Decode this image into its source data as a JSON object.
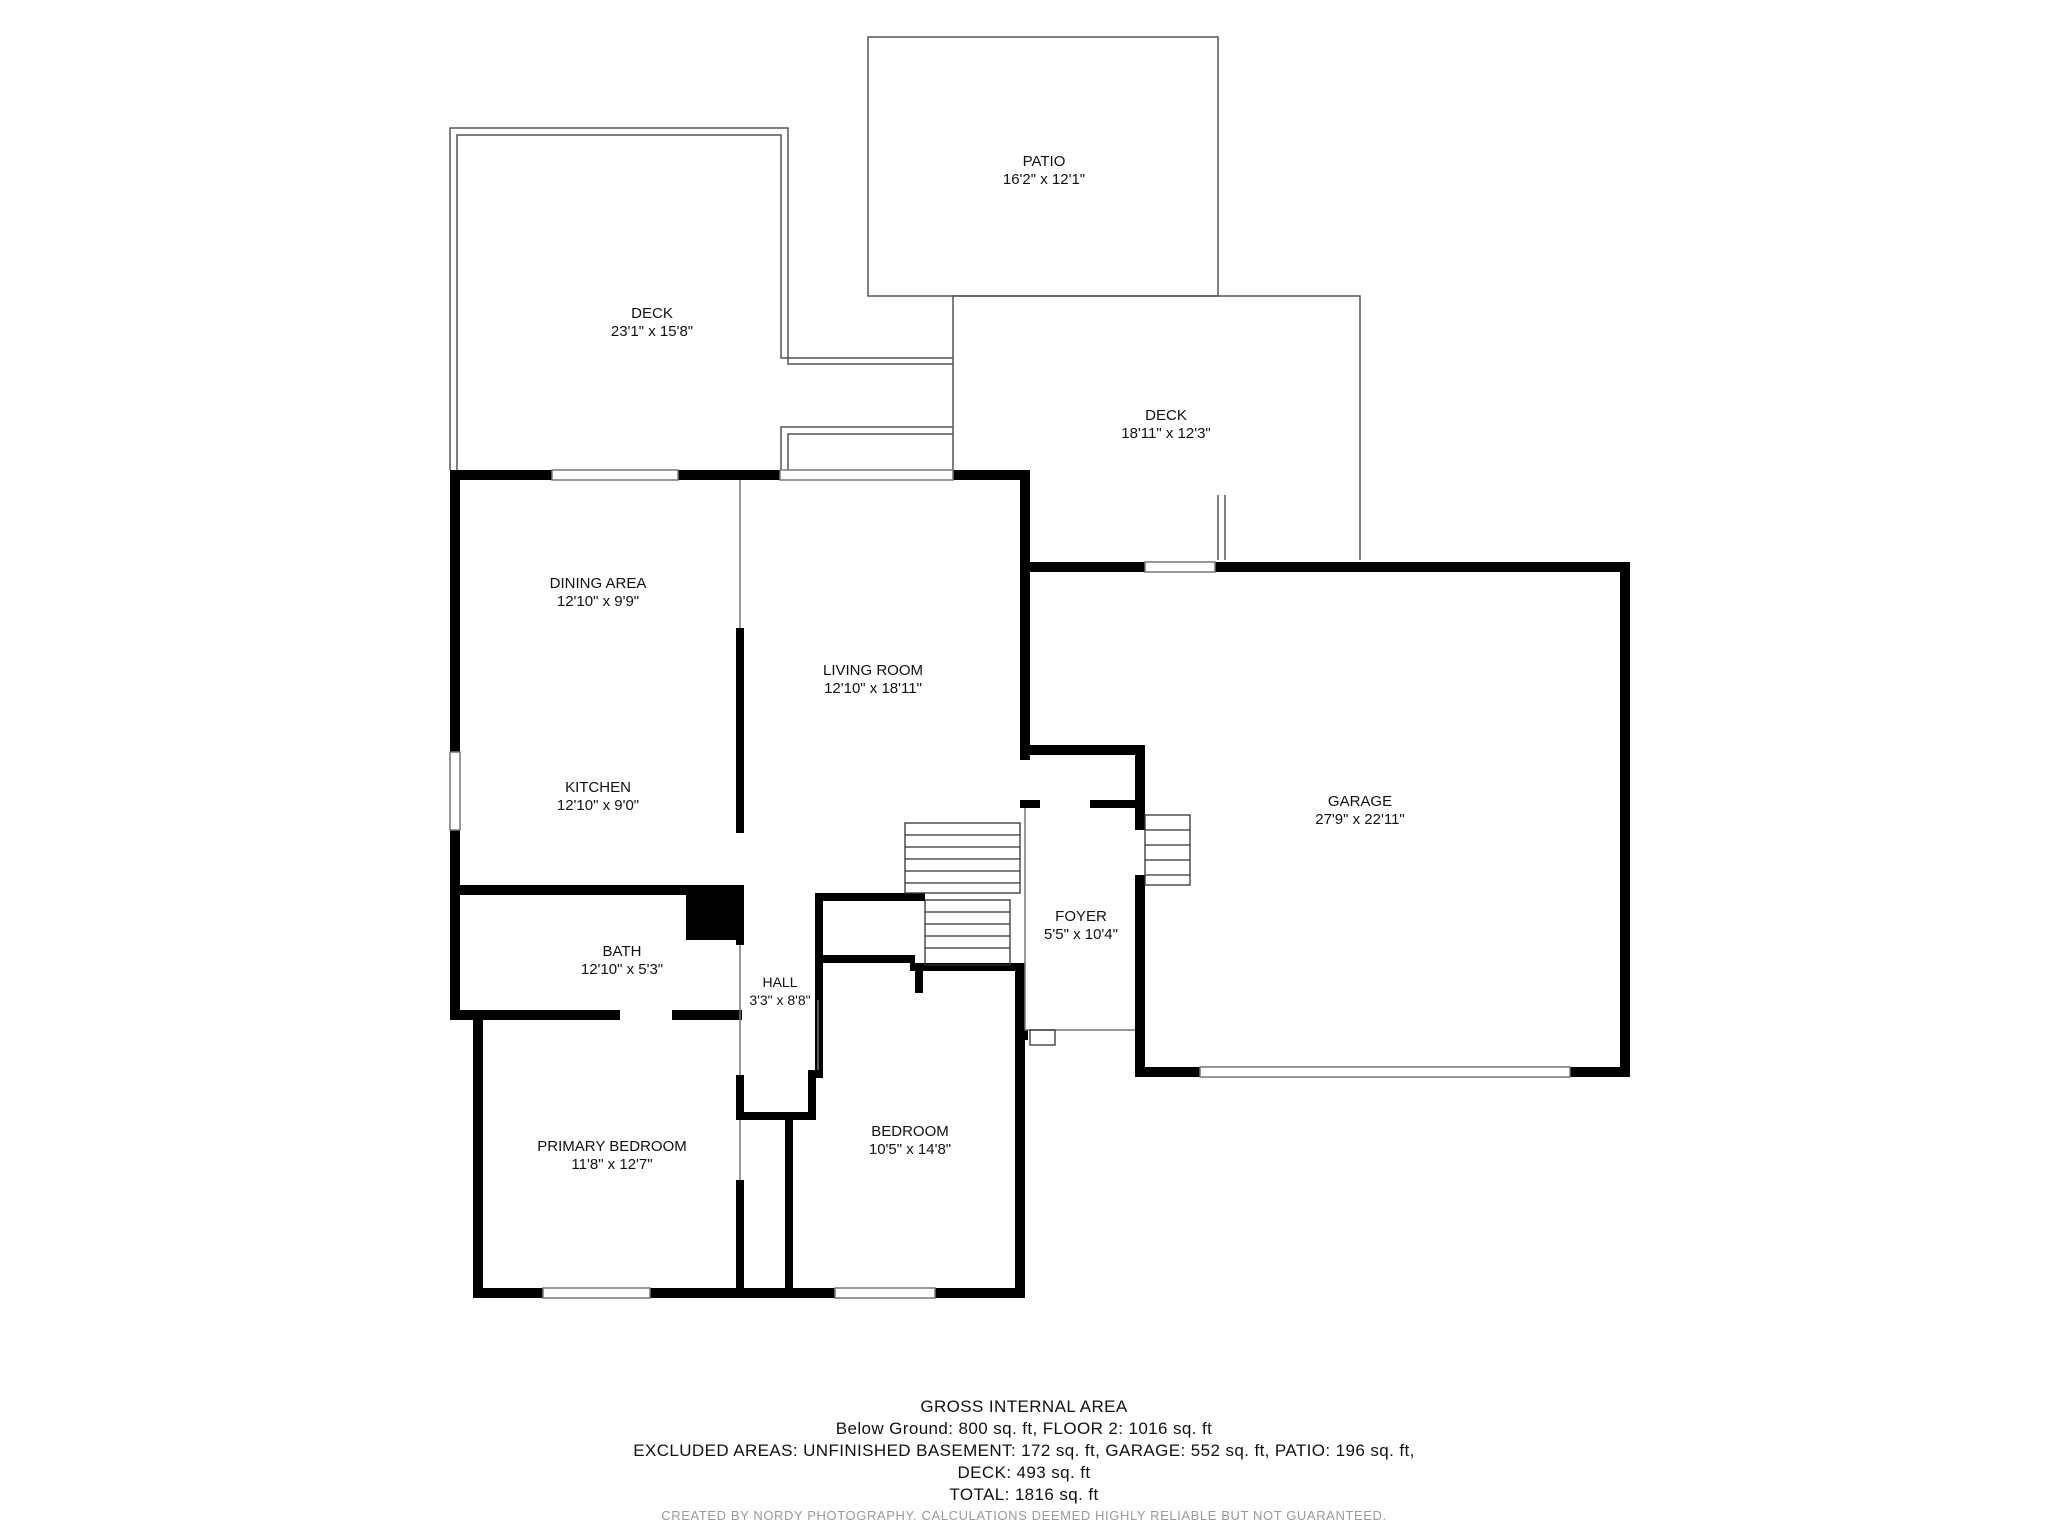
{
  "rooms": {
    "patio": {
      "name": "PATIO",
      "dims": "16'2\" x 12'1\""
    },
    "deck_left": {
      "name": "DECK",
      "dims": "23'1\" x 15'8\""
    },
    "deck_right": {
      "name": "DECK",
      "dims": "18'11\" x 12'3\""
    },
    "dining": {
      "name": "DINING AREA",
      "dims": "12'10\" x 9'9\""
    },
    "kitchen": {
      "name": "KITCHEN",
      "dims": "12'10\" x 9'0\""
    },
    "living": {
      "name": "LIVING ROOM",
      "dims": "12'10\" x 18'11\""
    },
    "garage": {
      "name": "GARAGE",
      "dims": "27'9\" x 22'11\""
    },
    "foyer": {
      "name": "FOYER",
      "dims": "5'5\" x 10'4\""
    },
    "bath": {
      "name": "BATH",
      "dims": "12'10\" x 5'3\""
    },
    "hall": {
      "name": "HALL",
      "dims": "3'3\" x 8'8\""
    },
    "primary": {
      "name": "PRIMARY BEDROOM",
      "dims": "11'8\" x 12'7\""
    },
    "bedroom": {
      "name": "BEDROOM",
      "dims": "10'5\" x 14'8\""
    }
  },
  "summary": {
    "title": "GROSS INTERNAL AREA",
    "line1": "Below Ground: 800 sq. ft, FLOOR 2: 1016 sq. ft",
    "line2": "EXCLUDED AREAS: UNFINISHED BASEMENT: 172 sq. ft, GARAGE: 552 sq. ft, PATIO: 196 sq. ft,",
    "line3": "DECK: 493 sq. ft",
    "line4": "TOTAL: 1816 sq. ft"
  },
  "credit": "CREATED BY NORDY PHOTOGRAPHY. CALCULATIONS DEEMED HIGHLY RELIABLE BUT NOT GUARANTEED.",
  "colors": {
    "wall": "#000000",
    "outline": "#555555",
    "credit": "#9a9a9a"
  }
}
